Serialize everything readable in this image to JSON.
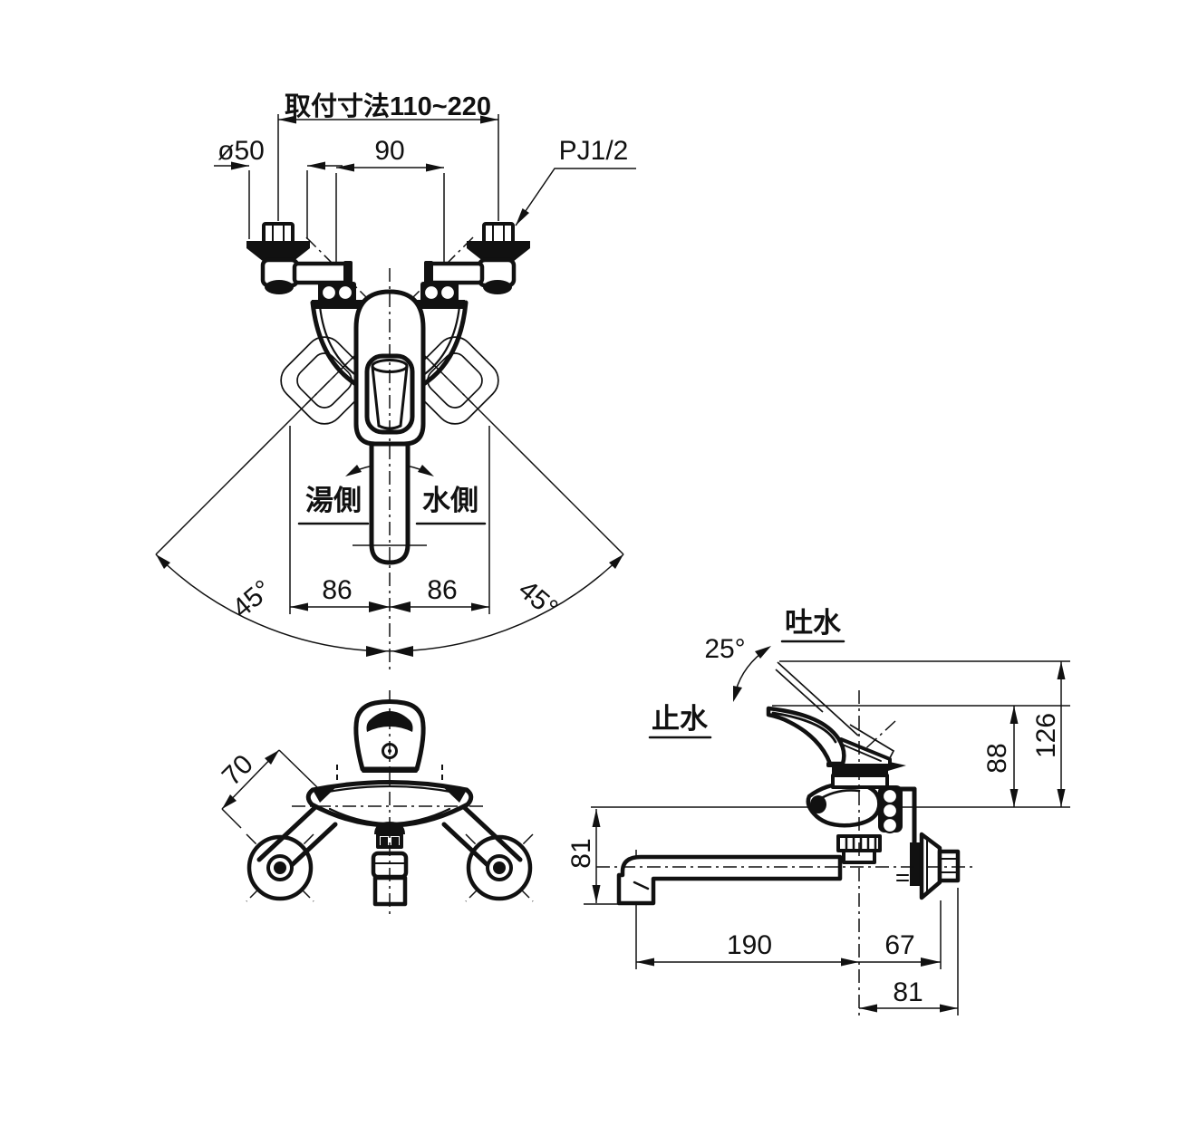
{
  "drawing": {
    "front": {
      "mounting_label": "取付寸法110~220",
      "pitch": "90",
      "flange_dia": "ø50",
      "thread": "PJ1/2",
      "hot_side": "湯側",
      "cold_side": "水側",
      "swing_left": "45°",
      "swing_right": "45°",
      "spout_half_left": "86",
      "spout_half_right": "86"
    },
    "top": {
      "leg_offset": "70"
    },
    "side": {
      "discharge": "吐水",
      "stop": "止水",
      "lever_angle": "25°",
      "lever_height": "88",
      "lever_raised_height": "126",
      "spout_drop": "81",
      "spout_reach": "190",
      "wall_clearance": "67",
      "wall_clearance_outer": "81"
    },
    "colors": {
      "ink": "#111111",
      "bg": "#ffffff"
    }
  }
}
